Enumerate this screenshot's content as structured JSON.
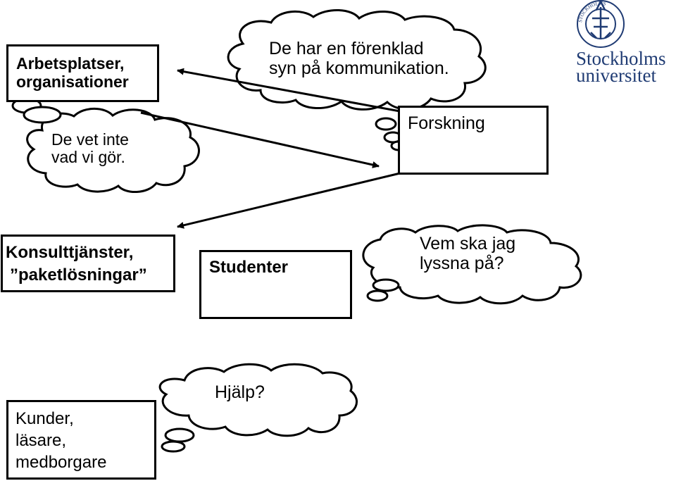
{
  "boxes": {
    "arbetsplatser": "Arbetsplatser,\norganisationer",
    "forskning": "Forskning",
    "konsult_line1": "Konsulttjänster,",
    "konsult_line2": "”paketlösningar”",
    "studenter": "Studenter",
    "kunder": "Kunder,\nläsare,\nmedborgare"
  },
  "thoughts": {
    "forenklad": "De har en förenklad\nsyn på kommunikation.",
    "vet_inte": "De vet inte\nvad vi gör.",
    "vem_ska": "Vem ska jag\nlyssna på?",
    "hjalp": "Hjälp?"
  },
  "logo": {
    "line1": "Stockholms",
    "line2": "universitet",
    "seal_text": "UNIVERSITET · STOCKHOLMS",
    "color": "#1f3b73"
  }
}
